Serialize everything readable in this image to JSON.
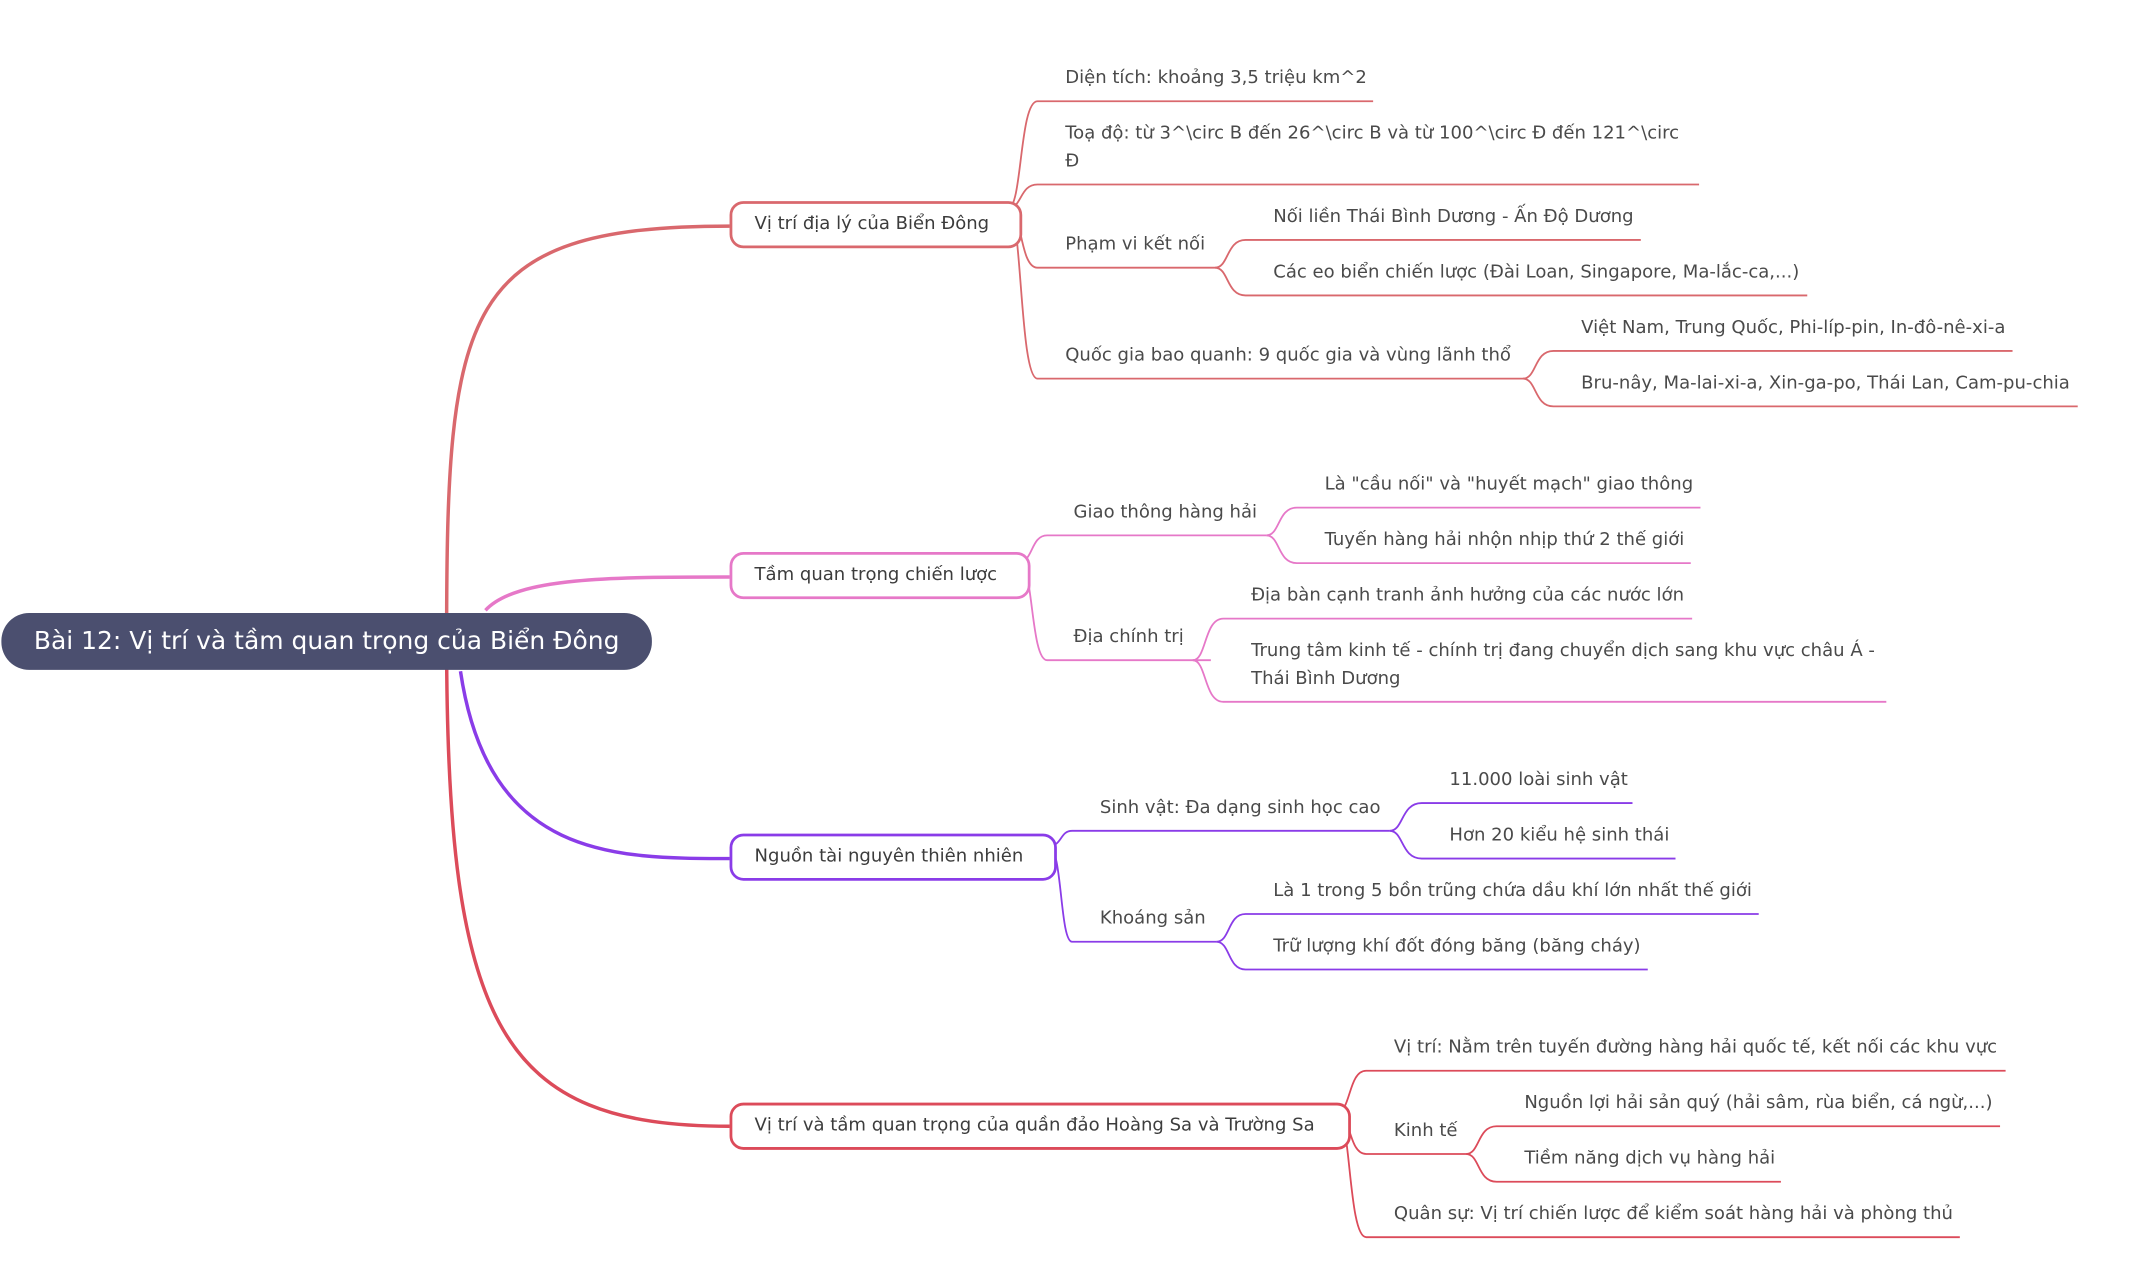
{
  "root": "Bài 12: Vị trí và tầm quan trọng của Biển Đông",
  "colors": {
    "root_bg": "#4b4f6f",
    "branch1": "#d9686d",
    "branch2": "#e678c8",
    "branch3": "#8a3ce8",
    "branch4": "#dc4b5a"
  },
  "branches": [
    {
      "label": "Vị trí địa lý của Biển Đông",
      "items": [
        {
          "label": "Diện tích: khoảng 3,5 triệu km^2"
        },
        {
          "label": "Toạ độ: từ 3^\\circ B đến 26^\\circ B và từ 100^\\circ Đ đến 121^\\circ Đ"
        },
        {
          "label": "Phạm vi kết nối",
          "children": [
            "Nối liền Thái Bình Dương - Ấn Độ Dương",
            "Các eo biển chiến lược (Đài Loan, Singapore, Ma-lắc-ca,...)"
          ]
        },
        {
          "label": "Quốc gia bao quanh: 9 quốc gia và vùng lãnh thổ",
          "children": [
            "Việt Nam, Trung Quốc, Phi-líp-pin, In-đô-nê-xi-a",
            "Bru-nây, Ma-lai-xi-a, Xin-ga-po, Thái Lan, Cam-pu-chia"
          ]
        }
      ]
    },
    {
      "label": "Tầm quan trọng chiến lược",
      "items": [
        {
          "label": "Giao thông hàng hải",
          "children": [
            "Là \"cầu nối\" và \"huyết mạch\" giao thông",
            "Tuyến hàng hải nhộn nhịp thứ 2 thế giới"
          ]
        },
        {
          "label": "Địa chính trị",
          "children": [
            "Địa bàn cạnh tranh ảnh hưởng của các nước lớn",
            "Trung tâm kinh tế - chính trị đang chuyển dịch sang khu vực châu Á - Thái Bình Dương"
          ]
        }
      ]
    },
    {
      "label": "Nguồn tài nguyên thiên nhiên",
      "items": [
        {
          "label": "Sinh vật: Đa dạng sinh học cao",
          "children": [
            "11.000 loài sinh vật",
            "Hơn 20 kiểu hệ sinh thái"
          ]
        },
        {
          "label": "Khoáng sản",
          "children": [
            "Là 1 trong 5 bồn trũng chứa dầu khí lớn nhất thế giới",
            "Trữ lượng khí đốt đóng băng (băng cháy)"
          ]
        }
      ]
    },
    {
      "label": "Vị trí và tầm quan trọng của quần đảo Hoàng Sa và Trường Sa",
      "items": [
        {
          "label": "Vị trí: Nằm trên tuyến đường hàng hải quốc tế, kết nối các khu vực"
        },
        {
          "label": "Kinh tế",
          "children": [
            "Nguồn lợi hải sản quý (hải sâm, rùa biển, cá ngừ,...)",
            "Tiềm năng dịch vụ hàng hải"
          ]
        },
        {
          "label": "Quân sự: Vị trí chiến lược để kiểm soát hàng hải và phòng thủ"
        }
      ]
    }
  ]
}
